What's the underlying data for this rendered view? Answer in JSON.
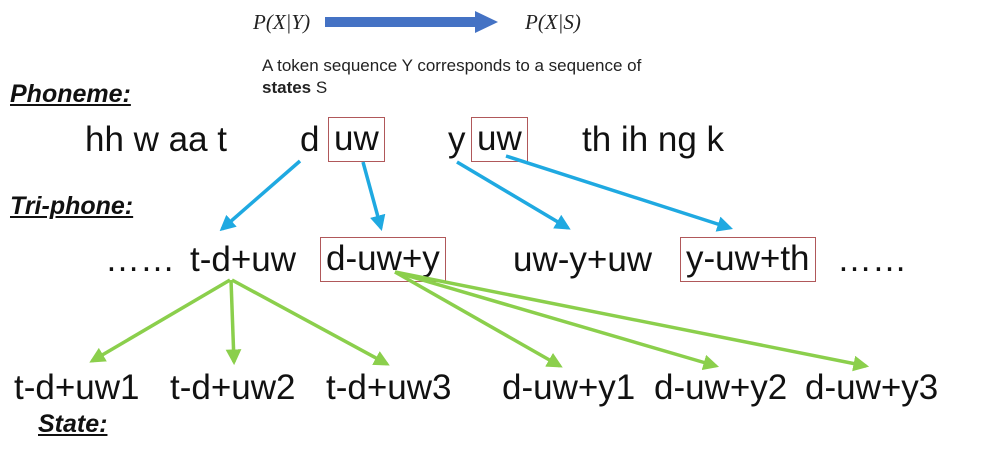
{
  "formula": {
    "left": "P(X|Y)",
    "right": "P(X|S)"
  },
  "note": {
    "text_before": "A token sequence Y corresponds to a sequence of ",
    "bold": "states",
    "text_after": " S"
  },
  "labels": {
    "phoneme": "Phoneme:",
    "triphone": "Tri-phone:",
    "state": "State:"
  },
  "phonemes": {
    "group1": "hh w aa t",
    "d": "d",
    "uw1": "uw",
    "y": "y",
    "uw2": "uw",
    "group2": "th ih ng k"
  },
  "triphones": {
    "ellipsis_left": "……",
    "t_d_uw": "t-d+uw",
    "d_uw_y": "d-uw+y",
    "uw_y_uw": "uw-y+uw",
    "y_uw_th": "y-uw+th",
    "ellipsis_right": "……"
  },
  "states": [
    "t-d+uw1",
    "t-d+uw2",
    "t-d+uw3",
    "d-uw+y1",
    "d-uw+y2",
    "d-uw+y3"
  ],
  "colors": {
    "blue_arrow": "#1fa9e1",
    "green_arrow": "#8bcf4c",
    "box_border": "#b0585a",
    "formula_arrow": "#4472c4"
  }
}
